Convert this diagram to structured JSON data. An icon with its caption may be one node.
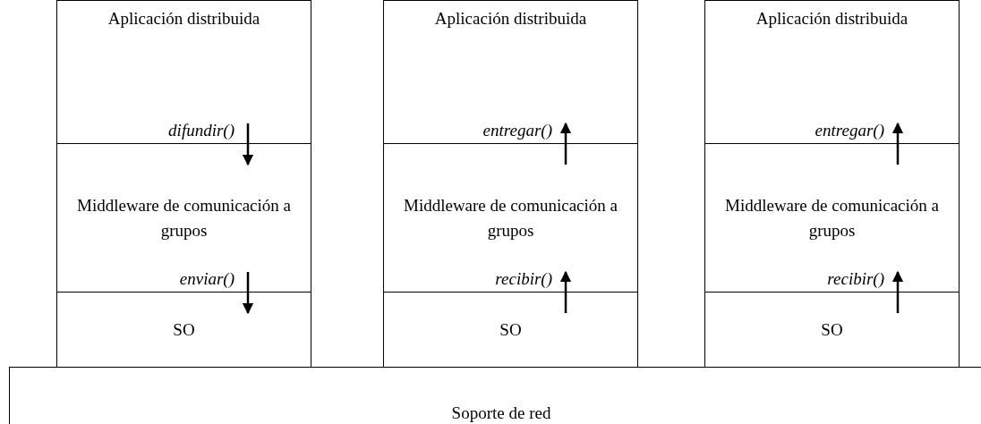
{
  "diagram": {
    "nodes": [
      {
        "text": [
          "Aplicación distribuida"
        ]
      },
      {
        "text": [
          "Aplicación distribuida"
        ]
      },
      {
        "text": [
          "Aplicación distribuida"
        ]
      },
      {
        "text": [
          "Middleware de comunicación a grupos"
        ]
      },
      {
        "text": [
          "Middleware de comunicación a grupos"
        ]
      },
      {
        "text": [
          "Middleware de comunicación a grupos"
        ]
      },
      {
        "text": [
          "SO"
        ]
      },
      {
        "text": [
          "SO"
        ]
      },
      {
        "text": [
          "SO"
        ]
      },
      {
        "text": [
          "Soporte de red"
        ]
      }
    ],
    "edges": [
      {
        "from": 0,
        "to": 3,
        "arrow": "to",
        "label": "difundir()"
      },
      {
        "from": 3,
        "to": 6,
        "arrow": "to",
        "label": "enviar()"
      },
      {
        "from": 4,
        "to": 1,
        "arrow": "to",
        "label": "entregar()"
      },
      {
        "from": 7,
        "to": 4,
        "arrow": "to",
        "label": "recibir()"
      },
      {
        "from": 5,
        "to": 2,
        "arrow": "to",
        "label": "entregar()"
      },
      {
        "from": 8,
        "to": 5,
        "arrow": "to",
        "label": "recibir()"
      }
    ]
  }
}
